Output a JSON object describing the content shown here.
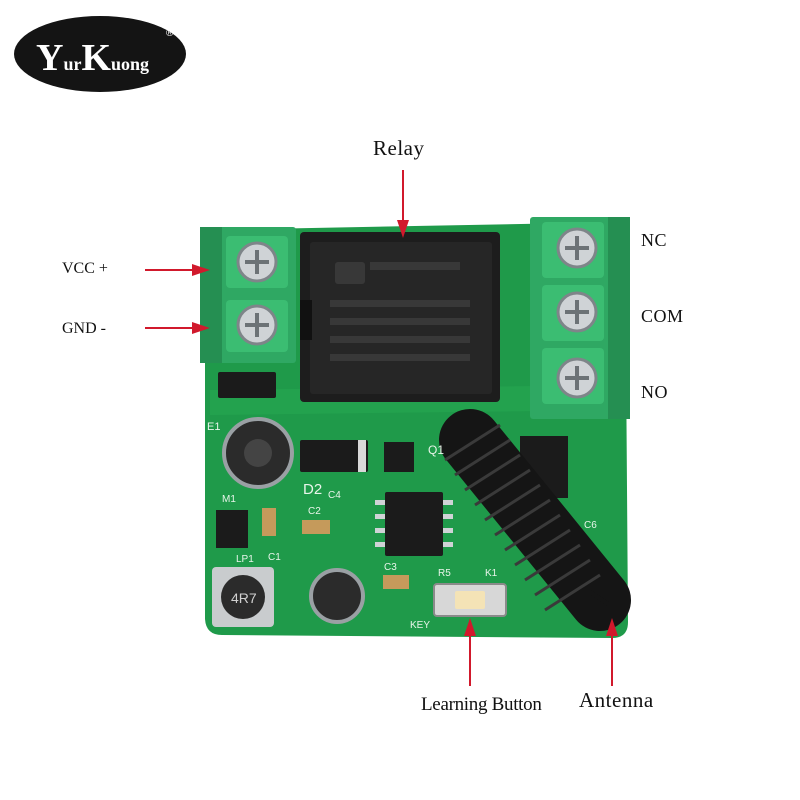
{
  "logo": {
    "prefix_big": "Y",
    "prefix_small": "ur",
    "middle_big": "K",
    "middle_small": "uong",
    "registered": "®"
  },
  "labels": {
    "relay": "Relay",
    "vcc": "VCC +",
    "gnd": "GND -",
    "nc": "NC",
    "com": "COM",
    "no": "NO",
    "learning_button": "Learning Button",
    "antenna": "Antenna"
  },
  "board_markings": {
    "inductor": "4R7",
    "key": "KEY",
    "diode": "D2",
    "transistor": "Q1",
    "cap_c1": "C1",
    "cap_c2": "C2",
    "cap_c3": "C3",
    "cap_c4": "C4",
    "cap_c6": "C6",
    "button_ref": "K1",
    "resistor_r5": "R5",
    "module_m1": "M1",
    "inductor_ref": "LP1",
    "elec_cap_e1": "E1"
  },
  "colors": {
    "pcb": "#1f9a4a",
    "terminal": "#2fa863",
    "arrow": "#d1192c",
    "relay": "#1d1d1d"
  }
}
